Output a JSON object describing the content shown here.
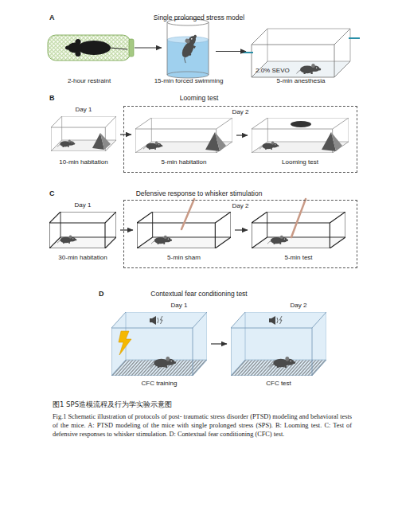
{
  "diagram": {
    "caption": "图1 SPS造模流程及行为学实验示意图",
    "nodes": [
      {
        "text": [
          "2-hour restraint"
        ]
      },
      {
        "text": [
          "15-min forced swimming"
        ]
      },
      {
        "text": [
          "2.0% SEVO",
          "5-min anesthesia"
        ]
      },
      {
        "text": [
          "Day 1",
          "10-min habitation"
        ]
      },
      {
        "text": [
          "Day 2"
        ]
      },
      {
        "text": [
          "5-min habitation"
        ],
        "in": 4
      },
      {
        "text": [
          "Looming test"
        ],
        "in": 4
      },
      {
        "text": [
          "Day 1",
          "30-min habitation"
        ]
      },
      {
        "text": [
          "Day 2"
        ]
      },
      {
        "text": [
          "5-min sham"
        ],
        "in": 8
      },
      {
        "text": [
          "5-min test"
        ],
        "in": 8
      },
      {
        "text": [
          "Day 1",
          "CFC training"
        ]
      },
      {
        "text": [
          "Day 2",
          "CFC test"
        ]
      }
    ],
    "edges": [
      {
        "from": 0,
        "to": 1,
        "arrow": "to"
      },
      {
        "from": 1,
        "to": 2,
        "arrow": "to"
      },
      {
        "from": 3,
        "to": 5,
        "arrow": "to"
      },
      {
        "from": 5,
        "to": 6,
        "arrow": "to"
      },
      {
        "from": 7,
        "to": 9,
        "arrow": "to"
      },
      {
        "from": 9,
        "to": 10,
        "arrow": "to"
      },
      {
        "from": 11,
        "to": 12,
        "arrow": "to"
      }
    ],
    "labels": [
      "A",
      "Single prolonged stress model",
      "B",
      "Looming test",
      "C",
      "Defensive response to whisker stimulation",
      "D",
      "Contextual fear conditioning test",
      "Fig.1 Schematic illustration of protocols of post- traumatic stress disorder (PTSD) modeling and behavioral tests of the mice. A: PTSD modeling of the mice with single prolonged stress (SPS). B: Looming test. C: Test of defensive responses to whisker stimulation. D: Contextual fear conditioning (CFC) test."
    ]
  }
}
